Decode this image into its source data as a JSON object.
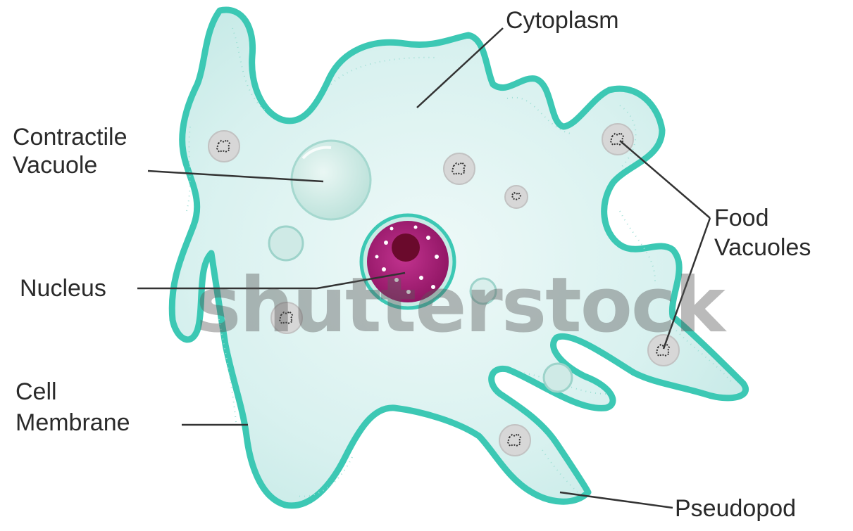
{
  "labels": {
    "cytoplasm": "Cytoplasm",
    "contractile_vacuole": [
      "Contractile",
      "Vacuole"
    ],
    "food_vacuoles": [
      "Food",
      "Vacuoles"
    ],
    "nucleus": "Nucleus",
    "cell_membrane": [
      "Cell",
      "Membrane"
    ],
    "pseudopod": "Pseudopod"
  },
  "watermark": "shutterstock",
  "colors": {
    "cytoplasm": "#dff4f3",
    "membrane": "#3cc8b4",
    "nucleus": "#b0247e",
    "nucleolus": "#6a0a2c",
    "vacuole": "#c8e7e2",
    "food_vacuole": "#d7d7d7",
    "leader_line": "#333333"
  }
}
